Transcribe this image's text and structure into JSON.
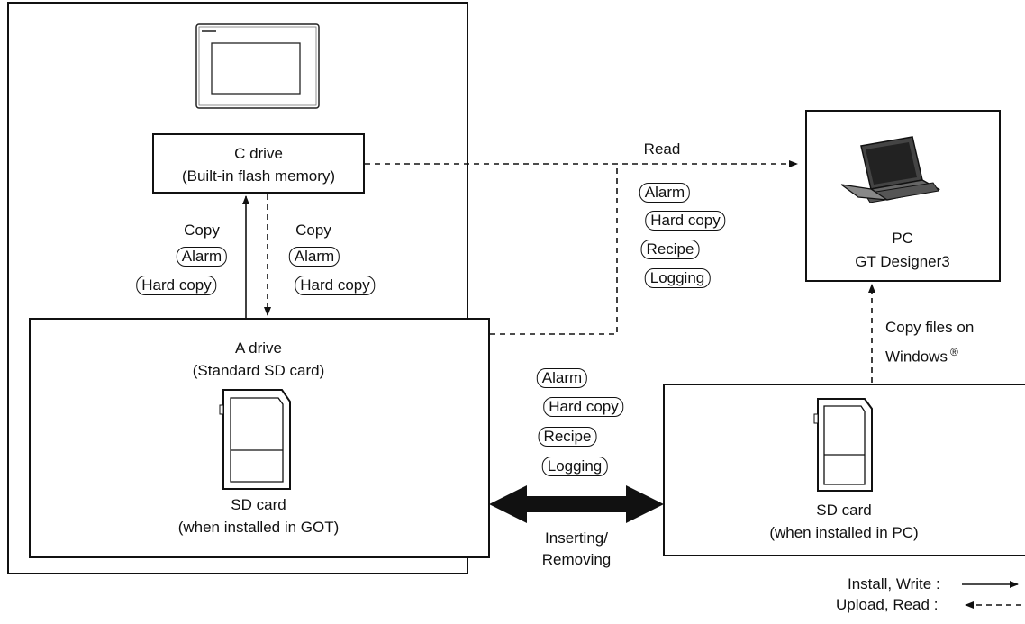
{
  "got_unit": {
    "c_drive": {
      "title": "C drive",
      "subtitle": "(Built-in flash memory)"
    },
    "a_drive": {
      "title": "A drive",
      "subtitle": "(Standard SD card)"
    },
    "got_sd": {
      "label": "SD card",
      "sublabel": "(when installed in GOT)"
    },
    "copy_up": {
      "label": "Copy",
      "tags": [
        "Alarm",
        "Hard copy"
      ]
    },
    "copy_down": {
      "label": "Copy",
      "tags": [
        "Alarm",
        "Hard copy"
      ]
    }
  },
  "read_link": {
    "label": "Read",
    "tags": [
      "Alarm",
      "Hard copy",
      "Recipe",
      "Logging"
    ]
  },
  "pc": {
    "title": "PC",
    "subtitle": "GT Designer3"
  },
  "pc_copy": {
    "line1": "Copy files on",
    "line2": "Windows",
    "mark": "®"
  },
  "exchange": {
    "tags": [
      "Alarm",
      "Hard copy",
      "Recipe",
      "Logging"
    ],
    "label_line1": "Inserting/",
    "label_line2": "Removing"
  },
  "pc_sd": {
    "label": "SD card",
    "sublabel": "(when installed in PC)"
  },
  "legend": {
    "solid": "Install, Write",
    "dashed": "Upload, Read"
  }
}
